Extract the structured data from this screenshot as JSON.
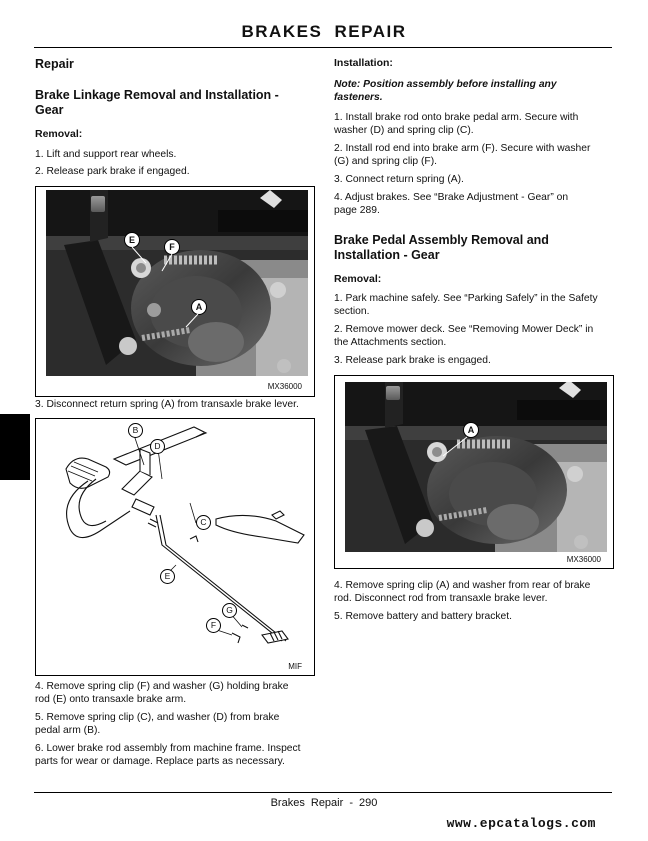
{
  "header": {
    "title": "BRAKES   REPAIR"
  },
  "left": {
    "section": "Repair",
    "proc_title_1": "Brake Linkage Removal and Installation -",
    "proc_title_2": "Gear",
    "removal_label": "Removal:",
    "steps_a": [
      "1.  Lift and support rear wheels.",
      "2.  Release park brake if engaged."
    ],
    "fig1": {
      "caption": "MX36000",
      "callouts": [
        "E",
        "F",
        "A"
      ]
    },
    "step3": "3.  Disconnect return spring (A) from transaxle brake lever.",
    "fig2": {
      "caption": "MIF",
      "callouts": [
        "B",
        "D",
        "C",
        "E",
        "G",
        "F"
      ]
    },
    "steps_b": [
      [
        "4.  Remove spring clip (F) and washer (G) holding brake",
        "rod (E) onto transaxle brake arm."
      ],
      [
        "5.  Remove spring clip (C), and washer (D) from brake",
        "pedal arm (B)."
      ],
      [
        "6.  Lower brake rod assembly from machine frame. Inspect",
        "parts for wear or damage. Replace parts as necessary."
      ]
    ]
  },
  "right": {
    "installation_label": "Installation:",
    "note": [
      "Note: Position assembly before installing any",
      "fasteners."
    ],
    "install_steps": [
      [
        "1.  Install brake rod onto brake pedal arm. Secure with",
        "washer (D) and spring clip (C)."
      ],
      [
        "2.  Install rod end into brake arm (F). Secure with washer",
        "(G) and spring clip (F)."
      ],
      [
        "3.  Connect return spring (A)."
      ],
      [
        "4.  Adjust brakes. See “Brake Adjustment - Gear” on",
        "page 289."
      ]
    ],
    "proc2_title_1": "Brake Pedal Assembly Removal and",
    "proc2_title_2": "Installation - Gear",
    "removal_label": "Removal:",
    "removal_steps": [
      [
        "1.  Park machine safely. See “Parking Safely” in the Safety",
        "section."
      ],
      [
        "2.  Remove mower deck. See “Removing Mower Deck” in",
        "the Attachments section."
      ],
      [
        "3.  Release park brake is engaged."
      ]
    ],
    "fig3": {
      "caption": "MX36000",
      "callouts": [
        "A"
      ]
    },
    "after_steps": [
      [
        "4.  Remove spring clip (A) and washer from rear of brake",
        "rod. Disconnect rod from transaxle brake lever."
      ],
      [
        "5.  Remove battery and battery bracket."
      ]
    ]
  },
  "footer": {
    "text": "Brakes   Repair  - 290"
  },
  "watermark": {
    "text": "www.epcatalogs.com"
  }
}
